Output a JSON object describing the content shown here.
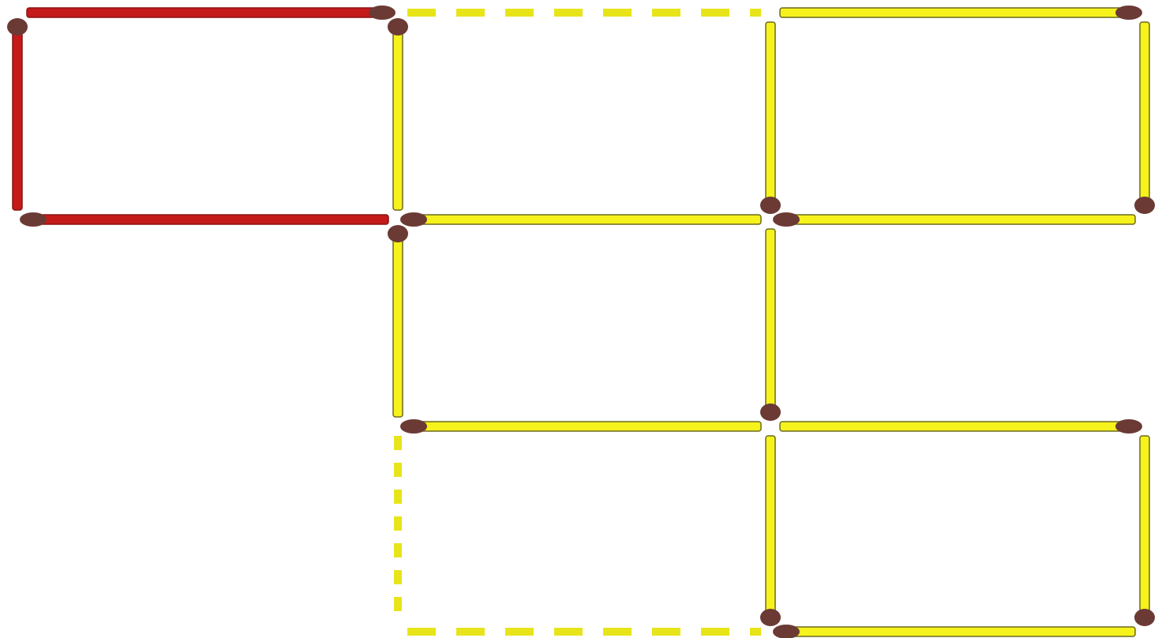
{
  "colors": {
    "background": "#ffffff",
    "match_yellow": "#f6f21c",
    "match_yellow_outline": "#6b6a1e",
    "match_red": "#c41a1a",
    "match_red_outline": "#8a1212",
    "match_head": "#6b3a35",
    "removed_dashed": "#e8e41a"
  },
  "puzzle": {
    "grid": {
      "columns": 3,
      "rows": 3
    },
    "highlighted_square": {
      "col": 0,
      "row": 0,
      "color": "red"
    },
    "matchsticks": [
      {
        "id": "top-c0",
        "orient": "h",
        "col": 0,
        "row": 0,
        "style": "red",
        "head": "end"
      },
      {
        "id": "top-c1",
        "orient": "h",
        "col": 1,
        "row": 0,
        "style": "dashed"
      },
      {
        "id": "top-c2",
        "orient": "h",
        "col": 2,
        "row": 0,
        "style": "yellow",
        "head": "end"
      },
      {
        "id": "left-r0-c0",
        "orient": "v",
        "col": 0,
        "row": 0,
        "style": "red",
        "head": "start"
      },
      {
        "id": "left-r0-c1",
        "orient": "v",
        "col": 1,
        "row": 0,
        "style": "yellow",
        "head": "start"
      },
      {
        "id": "left-r0-c2",
        "orient": "v",
        "col": 2,
        "row": 0,
        "style": "yellow",
        "head": "end"
      },
      {
        "id": "left-r0-c3",
        "orient": "v",
        "col": 3,
        "row": 0,
        "style": "yellow",
        "head": "end"
      },
      {
        "id": "mid1-c0",
        "orient": "h",
        "col": 0,
        "row": 1,
        "style": "red",
        "head": "start"
      },
      {
        "id": "mid1-c1",
        "orient": "h",
        "col": 1,
        "row": 1,
        "style": "yellow",
        "head": "start"
      },
      {
        "id": "mid1-c2",
        "orient": "h",
        "col": 2,
        "row": 1,
        "style": "yellow",
        "head": "start"
      },
      {
        "id": "left-r1-c1",
        "orient": "v",
        "col": 1,
        "row": 1,
        "style": "yellow",
        "head": "start"
      },
      {
        "id": "left-r1-c2",
        "orient": "v",
        "col": 2,
        "row": 1,
        "style": "yellow",
        "head": "end"
      },
      {
        "id": "mid2-c1",
        "orient": "h",
        "col": 1,
        "row": 2,
        "style": "yellow",
        "head": "start"
      },
      {
        "id": "mid2-c2",
        "orient": "h",
        "col": 2,
        "row": 2,
        "style": "yellow",
        "head": "end"
      },
      {
        "id": "left-r2-c1",
        "orient": "v",
        "col": 1,
        "row": 2,
        "style": "dashed"
      },
      {
        "id": "left-r2-c2",
        "orient": "v",
        "col": 2,
        "row": 2,
        "style": "yellow",
        "head": "end"
      },
      {
        "id": "left-r2-c3",
        "orient": "v",
        "col": 3,
        "row": 2,
        "style": "yellow",
        "head": "end"
      },
      {
        "id": "bot-c1",
        "orient": "h",
        "col": 1,
        "row": 3,
        "style": "dashed"
      },
      {
        "id": "bot-c2",
        "orient": "h",
        "col": 2,
        "row": 3,
        "style": "yellow",
        "head": "start"
      }
    ]
  }
}
